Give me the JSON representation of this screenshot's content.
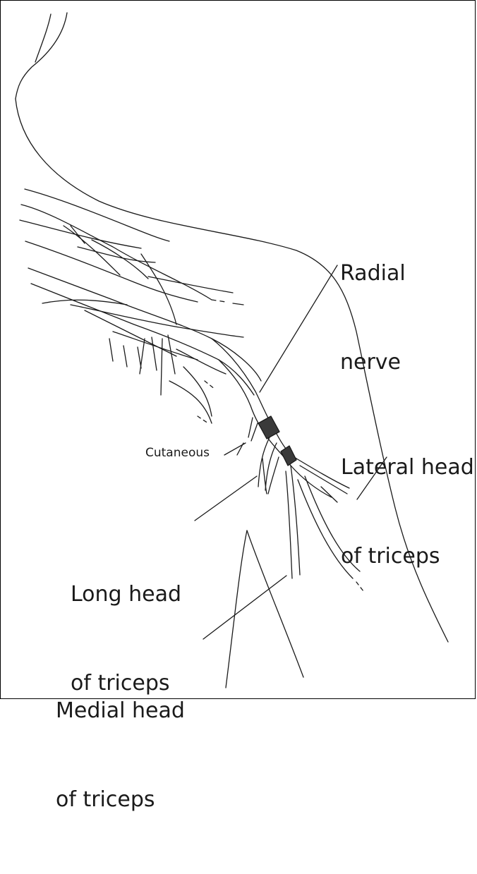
{
  "figure": {
    "labels": {
      "radial_nerve": {
        "line1": "Radial",
        "line2": "nerve"
      },
      "lateral_head": {
        "line1": "Lateral head",
        "line2": "of triceps"
      },
      "cutaneous": "Cutaneous",
      "long_head": {
        "line1": "Long head",
        "line2": "of triceps"
      },
      "medial_head": {
        "line1": "Medial head",
        "line2": "of triceps"
      }
    },
    "colors": {
      "stroke": "#1a1a1a",
      "nerve_block": "#3a3a3a",
      "background": "#ffffff"
    }
  }
}
